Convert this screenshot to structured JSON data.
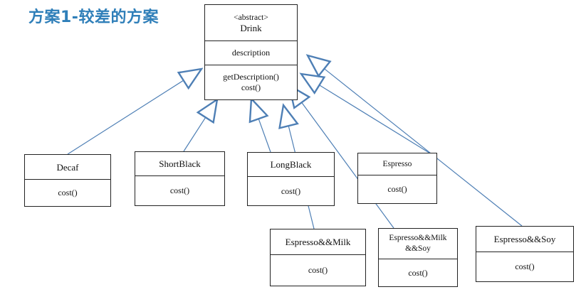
{
  "title": "方案1-较差的方案",
  "colors": {
    "title": "#2f7fb9",
    "arrow": "#4e7fb5",
    "border": "#222222"
  },
  "base": {
    "stereotype": "<abstract>",
    "name": "Drink",
    "attribute": "description",
    "methods": [
      "getDescription()",
      "cost()"
    ]
  },
  "subclasses": [
    {
      "name": "Decaf",
      "method": "cost()"
    },
    {
      "name": "ShortBlack",
      "method": "cost()"
    },
    {
      "name": "LongBlack",
      "method": "cost()"
    },
    {
      "name": "Espresso",
      "method": "cost()"
    },
    {
      "name": "Espresso&&Milk",
      "method": "cost()"
    },
    {
      "name": "Espresso&&Milk &&Soy",
      "method": "cost()"
    },
    {
      "name": "Espresso&&Soy",
      "method": "cost()"
    }
  ]
}
